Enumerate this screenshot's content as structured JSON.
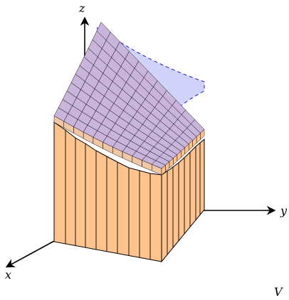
{
  "figure": {
    "axis_labels": {
      "x": "x",
      "y": "y",
      "z": "z"
    },
    "region_label": "V",
    "colors": {
      "prism_face": "#ffc38d",
      "prism_top": "#c9b4dc",
      "prism_side_light": "#f2c7a6",
      "surface_fill": "#9a9cf2",
      "surface_edge": "#2b2bd9",
      "edge": "#000000"
    }
  }
}
